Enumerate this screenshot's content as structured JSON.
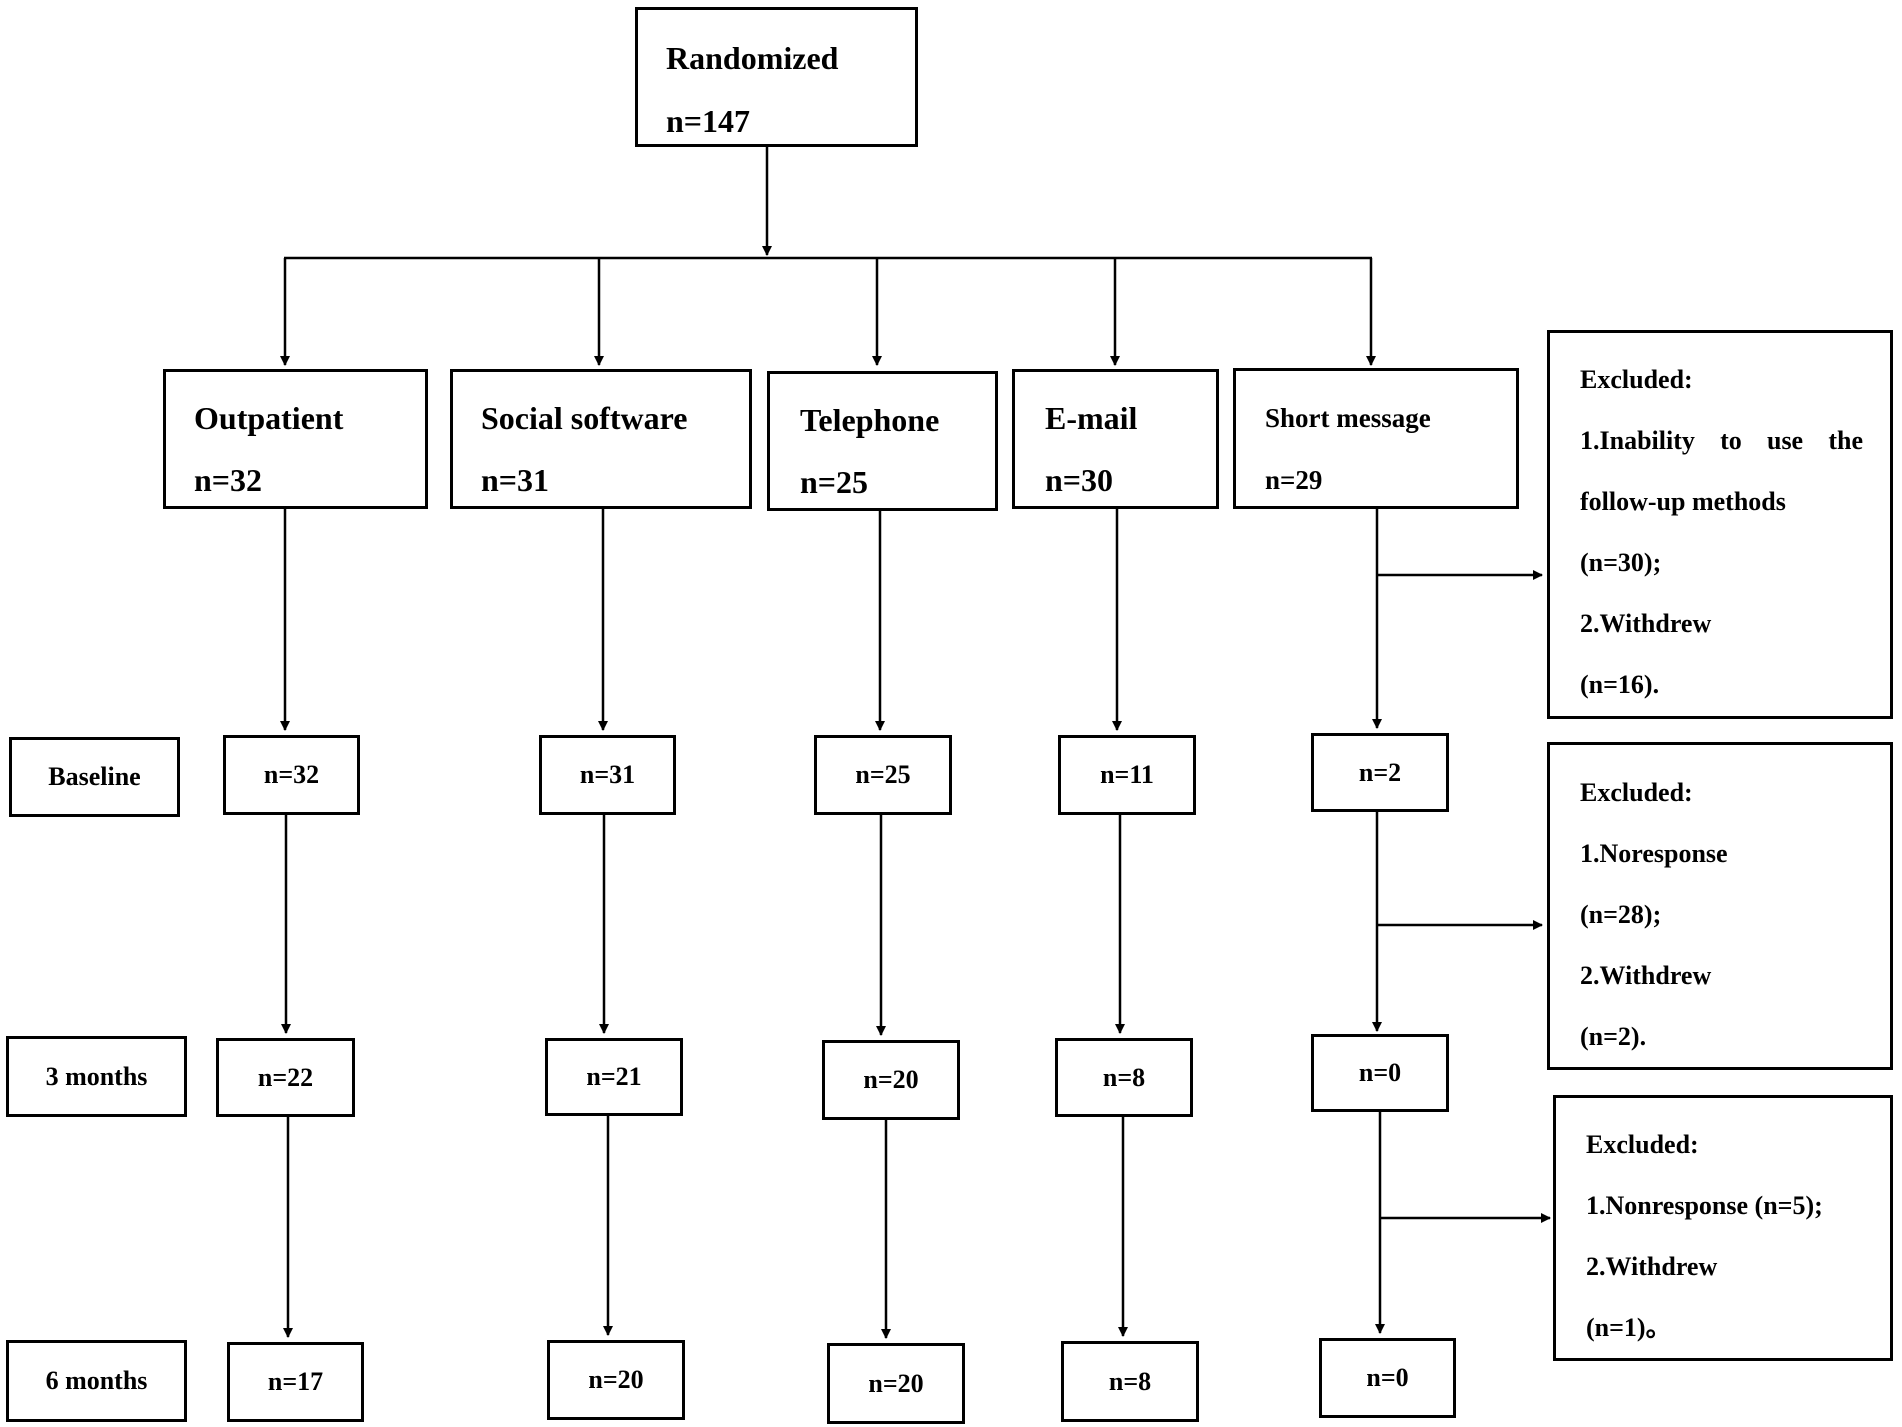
{
  "randomized": {
    "title": "Randomized",
    "n": "n=147"
  },
  "arms": [
    {
      "title": "Outpatient",
      "n": "n=32",
      "baseline": "n=32",
      "m3": "n=22",
      "m6": "n=17"
    },
    {
      "title": "Social software",
      "n": "n=31",
      "baseline": "n=31",
      "m3": "n=21",
      "m6": "n=20"
    },
    {
      "title": "Telephone",
      "n": "n=25",
      "baseline": "n=25",
      "m3": "n=20",
      "m6": "n=20"
    },
    {
      "title": "E-mail",
      "n": "n=30",
      "baseline": "n=11",
      "m3": "n=8",
      "m6": "n=8"
    },
    {
      "title": "Short message",
      "n": "n=29",
      "baseline": "n=2",
      "m3": "n=0",
      "m6": "n=0"
    }
  ],
  "timepoints": {
    "baseline": "Baseline",
    "m3": "3 months",
    "m6": "6 months"
  },
  "exclusions": [
    {
      "lines": [
        "Excluded:",
        "1.Inability  to  use  the",
        "follow-up methods",
        "(n=30);",
        "2.Withdrew",
        "(n=16)."
      ]
    },
    {
      "lines": [
        "Excluded:",
        "1.Noresponse",
        "(n=28);",
        "2.Withdrew",
        "(n=2)."
      ]
    },
    {
      "lines": [
        "Excluded:",
        "1.Nonresponse (n=5);",
        "2.Withdrew",
        "(n=1)。"
      ]
    }
  ]
}
